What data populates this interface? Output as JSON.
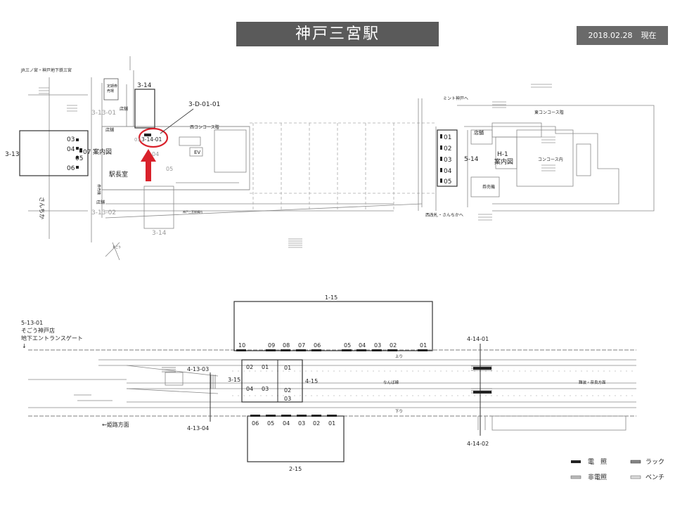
{
  "header": {
    "station_name": "神戸三宮駅",
    "date": "2018.02.28",
    "date_suffix": "現在"
  },
  "upper_map": {
    "top_left_caption": "JR三ノ宮・神戸地下鉄三宮",
    "teiki": "定期券",
    "teiki_2": "売場",
    "shop_a": "店舗",
    "shop_b": "店舗",
    "shop_c": "店舗",
    "shop_d": "店舗",
    "west_concourse": "西コンコース階",
    "ev": "EV",
    "annai_west": "案内図",
    "ekichoshitsu": "駅長室",
    "kenbaiki_west": "券売機",
    "sannchika": "さんちか",
    "corridor_label": "神戸三宮駅構内",
    "sogo_small": "そごう",
    "mint_kobe": "ミント神戸へ",
    "east_concourse": "東コンコース階",
    "shop_east": "店舗",
    "concourse_inside": "コンコース内",
    "annai_east": "案内図",
    "kenbaiki_east": "券売機",
    "nishi_kaisatsu": "西改札・さんちかへ",
    "codes": {
      "c3_13": "3-13",
      "c3_14_top": "3-14",
      "c3_13_01": "3-13-01",
      "c3_13_02": "3-13-02",
      "c3_14_bottom": "3-14",
      "c3_d_01_01": "3-D-01-01",
      "c3_14_01": "3-14-01",
      "c5_14": "5-14",
      "h1": "H-1"
    },
    "west_numbers": [
      "03",
      "04",
      "05",
      "06"
    ],
    "west_num_07": "07",
    "west_num_01": "01",
    "west_num_04b": "04",
    "west_num_05b": "05",
    "east_numbers": [
      "01",
      "02",
      "03",
      "04",
      "05"
    ]
  },
  "platform_map": {
    "sogo_code": "5-13-01",
    "sogo_name": "そごう神戸店",
    "sogo_gate": "地下エントランスゲート",
    "sogo_arrow": "↓",
    "code_1_15": "1-15",
    "code_2_15": "2-15",
    "code_3_15": "3-15",
    "code_4_15": "4-15",
    "code_4_13_03": "4-13-03",
    "code_4_13_04": "4-13-04",
    "code_4_14_01": "4-14-01",
    "code_4_14_02": "4-14-02",
    "top_numbers": [
      "10",
      "09",
      "08",
      "07",
      "06",
      "05",
      "04",
      "03",
      "02",
      "01"
    ],
    "bottom_numbers": [
      "06",
      "05",
      "04",
      "03",
      "02",
      "01"
    ],
    "box_numbers": [
      "02",
      "01",
      "04",
      "03"
    ],
    "side_numbers": [
      "01",
      "02",
      "03"
    ],
    "nobori": "上り",
    "kudari": "下り",
    "namba": "なんば線",
    "nara": "難波・奈良方面",
    "himeji": "←姫路方面"
  },
  "legend": {
    "denshou": "電　照",
    "hidenshou": "非電照",
    "rack": "ラック",
    "bench": "ベンチ"
  }
}
